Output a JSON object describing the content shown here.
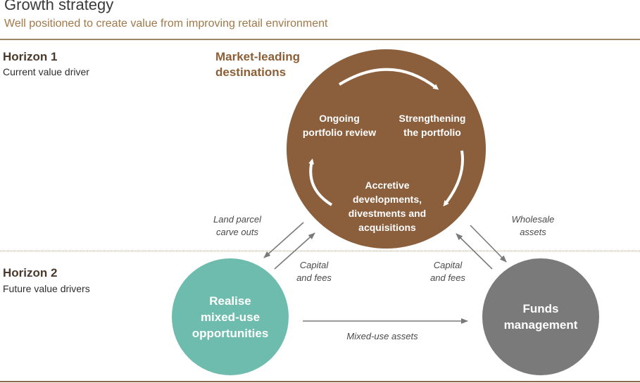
{
  "header": {
    "title": "Growth strategy",
    "subtitle": "Well positioned to create value from improving retail environment"
  },
  "horizon1": {
    "title": "Horizon 1",
    "subtitle": "Current value driver"
  },
  "horizon2": {
    "title": "Horizon 2",
    "subtitle": "Future value drivers"
  },
  "main_circle": {
    "heading": [
      "Market-leading",
      "destinations"
    ],
    "items": [
      [
        "Ongoing",
        "portfolio review"
      ],
      [
        "Strengthening",
        "the portfolio"
      ],
      [
        "Accretive",
        "developments,",
        "divestments and",
        "acquisitions"
      ]
    ]
  },
  "left_circle": {
    "lines": [
      "Realise",
      "mixed-use",
      "opportunities"
    ]
  },
  "right_circle": {
    "lines": [
      "Funds",
      "management"
    ]
  },
  "arrow_labels": {
    "land_parcel": [
      "Land parcel",
      "carve outs"
    ],
    "capital_left": [
      "Capital",
      "and fees"
    ],
    "wholesale": [
      "Wholesale",
      "assets"
    ],
    "capital_right": [
      "Capital",
      "and fees"
    ],
    "mixed_use": "Mixed-use assets"
  },
  "colors": {
    "brown": "#8b5e3c",
    "teal": "#6dbcad",
    "grey": "#7a7a7a",
    "accent": "#a07849"
  }
}
